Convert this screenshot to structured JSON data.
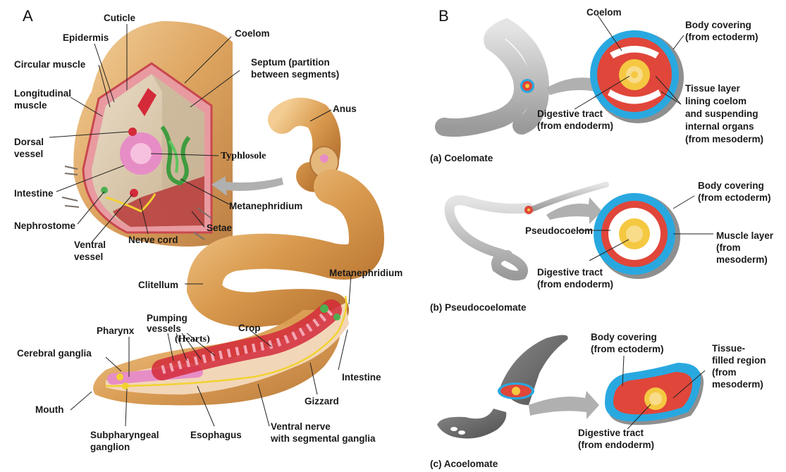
{
  "panel_a": {
    "letter": "A",
    "labels": {
      "cuticle": "Cuticle",
      "epidermis": "Epidermis",
      "circular_muscle": "Circular muscle",
      "longitudinal_muscle": [
        "Longitudinal",
        "muscle"
      ],
      "dorsal_vessel": [
        "Dorsal",
        "vessel"
      ],
      "intestine": "Intestine",
      "nephrostome": "Nephrostome",
      "ventral_vessel": [
        "Ventral",
        "vessel"
      ],
      "nerve_cord": "Nerve cord",
      "coelom": "Coelom",
      "septum": [
        "Septum (partition",
        "between segments)"
      ],
      "typhlosole": "Typhlosole",
      "metanephridium_top": "Metanephridium",
      "setae": "Setae",
      "anus": "Anus",
      "clitellum": "Clitellum",
      "metanephridium_right": "Metanephridium",
      "pharynx": "Pharynx",
      "pumping_vessels": [
        "Pumping",
        "vessels"
      ],
      "hearts": "(Hearts)",
      "crop": "Crop",
      "cerebral_ganglia": "Cerebral ganglia",
      "intestine_right": "Intestine",
      "gizzard": "Gizzard",
      "mouth": "Mouth",
      "subpharyngeal_ganglion": [
        "Subpharyngeal",
        "ganglion"
      ],
      "esophagus": "Esophagus",
      "ventral_nerve": [
        "Ventral nerve",
        "with segmental ganglia"
      ]
    }
  },
  "panel_b": {
    "letter": "B",
    "coelomate": {
      "caption": "(a) Coelomate",
      "coelom": "Coelom",
      "body_covering": [
        "Body covering",
        "(from ectoderm)"
      ],
      "tissue_layer": [
        "Tissue layer",
        "lining coelom",
        "and suspending",
        "internal organs",
        "(from mesoderm)"
      ],
      "digestive_tract": [
        "Digestive tract",
        "(from endoderm)"
      ]
    },
    "pseudocoelomate": {
      "caption": "(b) Pseudocoelomate",
      "body_covering": [
        "Body covering",
        "(from ectoderm)"
      ],
      "pseudocoelom": "Pseudocoelom",
      "muscle_layer": [
        "Muscle layer",
        "(from",
        "mesoderm)"
      ],
      "digestive_tract": [
        "Digestive tract",
        "(from endoderm)"
      ]
    },
    "acoelomate": {
      "caption": "(c) Acoelomate",
      "body_covering": [
        "Body covering",
        "(from ectoderm)"
      ],
      "tissue_filled": [
        "Tissue-",
        "filled region",
        "(from",
        "mesoderm)"
      ],
      "digestive_tract": [
        "Digestive tract",
        "(from endoderm)"
      ]
    }
  },
  "colors": {
    "worm_body": "#d99a4e",
    "worm_light": "#f2c88a",
    "pink_tissue": "#f0a8c8",
    "red_vessel": "#d42a3a",
    "green_organ": "#4caf50",
    "nerve_yellow": "#f2d230",
    "ectoderm_blue": "#29a8e0",
    "mesoderm_red": "#e0463a",
    "endoderm_yellow": "#f5c842",
    "worm_gray": "#b8b8b8",
    "arrow_gray": "#b0b0b0"
  }
}
